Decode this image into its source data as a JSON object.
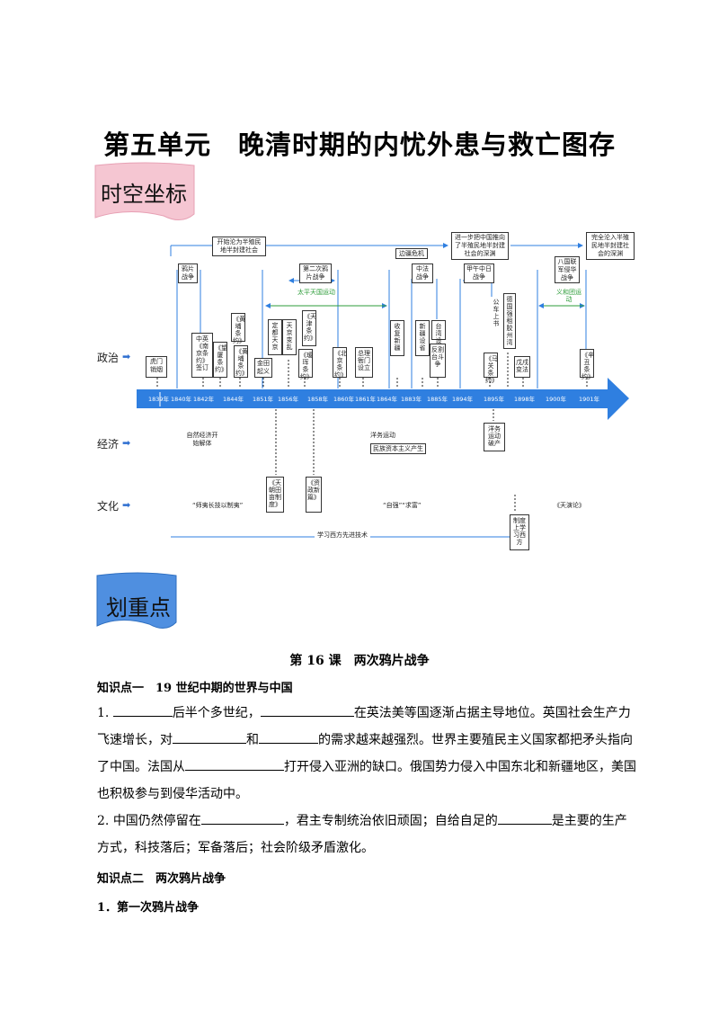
{
  "unit_title": "第五单元　晚清时期的内忧外患与救亡图存",
  "ribbon1": "时空坐标",
  "ribbon2": "划重点",
  "rows": {
    "politics": "政治",
    "economy": "经济",
    "culture": "文化"
  },
  "years": [
    "1839年",
    "1840年",
    "1842年",
    "1844年",
    "1851年",
    "1856年",
    "1858年",
    "1860年",
    "1861年",
    "1864年",
    "1883年",
    "1885年",
    "1894年",
    "1895年",
    "1898年",
    "1900年",
    "1901年"
  ],
  "top_events": {
    "semi_colonial": "开始沦为半殖民地半封建社会",
    "deepen": "进一步把中国推向了半殖民地半封建社会的深渊",
    "complete": "完全沦入半殖民地半封建社会的深渊",
    "opium1": "鸦片战争",
    "opium2": "第二次鸦片战争",
    "taiping": "太平天国运动",
    "border": "边疆危机",
    "sino_french": "中法战争",
    "sino_japanese": "甲午中日战争",
    "eight_nations": "八国联军侵华战争",
    "boxer": "义和团运动"
  },
  "political_events": {
    "humen": "虎门销烟",
    "nanjing": "中英《南京条约》签订",
    "wangxia": "《望厦条约》",
    "huangpu": "《黄埔条约》",
    "jintian": "金田起义",
    "dingdu": "定都天京",
    "tianjing": "天京变乱",
    "tianjin_treaty": "《天津条约》",
    "aihui": "《瑷珲条约》",
    "beijing_treaty": "《北京条约》",
    "zongli": "总理衙门设立",
    "shoufu": "收复新疆",
    "xinjiang": "新疆设省",
    "taiwan": "台湾设省",
    "fanfa": "反割台斗争",
    "gongche": "公车上书",
    "maguan": "《马关条约》",
    "jiaozhou": "德国强租胶州湾",
    "wuxu": "戊戌变法",
    "xinchou": "《辛丑条约》"
  },
  "economy_events": {
    "natural_economy": "自然经济开始解体",
    "yangwu": "洋务运动",
    "national_capital": "民族资本主义产生",
    "yangwu_fail": "洋务运动破产"
  },
  "culture_events": {
    "tianchao": "《天朝田亩制度》",
    "zizheng": "《资政新篇》",
    "shiyi": "“师夷长技以制夷”",
    "ziqiang": "“自强”“求富”",
    "tianyan": "《天演论》",
    "learn_west": "学习西方先进技术",
    "system": "制度上学习西方"
  },
  "lesson_title": "第 16 课　两次鸦片战争",
  "kp1": "知识点一　19 世纪中期的世界与中国",
  "p1": {
    "num": "1.",
    "s1": "后半个多世纪，",
    "s2": "在英法美等国逐渐占据主导地位。英国社会生产力飞速增长，对",
    "s3": "和",
    "s4": "的需求越来越强烈。世界主要殖民主义国家都把矛头指向了中国。法国从",
    "s5": "打开侵入亚洲的缺口。俄国势力侵入中国东北和新疆地区，美国也积极参与到侵华活动中。"
  },
  "p2": {
    "num": "2.",
    "s1": "中国仍然停留在",
    "s2": "，君主专制统治依旧顽固；自给自足的",
    "s3": "是主要的生产方式，科技落后；军备落后；社会阶级矛盾激化。"
  },
  "kp2": "知识点二　两次鸦片战争",
  "kp2_sub": "1．第一次鸦片战争",
  "colors": {
    "timeline_blue": "#2f7fe0",
    "ribbon_pink": "#f7c9d4",
    "ribbon_blue": "#4f8fe0",
    "green": "#2e9d3a"
  }
}
